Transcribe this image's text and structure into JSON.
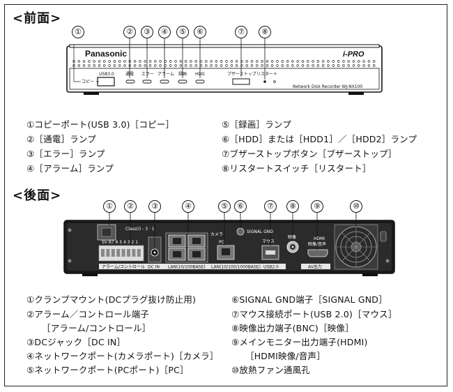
{
  "front": {
    "title": "<前面>",
    "callouts": [
      "①",
      "②",
      "③",
      "④",
      "⑤",
      "⑥",
      "⑦",
      "⑧"
    ],
    "brand": "Panasonic",
    "logo": "i-PRO",
    "model": "Network Disk Recorder  WJ-NX100",
    "panel_labels": {
      "copy": "コピー",
      "usb": "USB3.0",
      "power": "通電",
      "error": "エラー",
      "alarm": "アラーム",
      "rec": "録画",
      "hdd": "HDD",
      "buzzer": "ブザーストップ",
      "restart": "リスタート"
    },
    "captions_left": [
      "①コピーポート(USB 3.0)［コピー］",
      "②［通電］ランプ",
      "③［エラー］ランプ",
      "④［アラーム］ランプ"
    ],
    "captions_right": [
      "⑤［録画］ランプ",
      "⑥［HDD］または［HDD1］／［HDD2］ランプ",
      "⑦ブザーストップボタン［ブザーストップ］",
      "⑧リスタートスイッチ［リスタート］"
    ]
  },
  "rear": {
    "title": "<後面>",
    "callouts": [
      "①",
      "②",
      "③",
      "④",
      "⑤",
      "⑥",
      "⑦",
      "⑧",
      "⑨",
      "⑩"
    ],
    "panel_labels": {
      "alarm_control": "アラーム/コントロール",
      "dc_in": "DC IN",
      "lan_camera": "LAN(10/100BASE)",
      "lan_pc": "LAN(10/100/1000BASE)",
      "camera": "カメラ",
      "signal_gnd": "SIGNAL GND",
      "mouse": "マウス",
      "usb2": "USB2.0",
      "video": "映像",
      "hdmi": "HDMI",
      "hdmi_sub": "映像/音声",
      "av_out": "AV出力",
      "class": "Class(I) - 3 · 1",
      "pins": "SV B7 6 5 4 3 2 1",
      "pc": "PC"
    },
    "captions_left": [
      "①クランプマウント(DCプラグ抜け防止用)",
      "②アラーム／コントロール端子",
      "［アラーム/コントロール］",
      "③DCジャック［DC IN］",
      "④ネットワークポート(カメラポート)［カメラ］",
      "⑤ネットワークポート(PCポート)［PC］"
    ],
    "captions_right": [
      "⑥SIGNAL GND端子［SIGNAL GND］",
      "⑦マウス接続ポート(USB 2.0)［マウス］",
      "⑧映像出力端子(BNC)［映像］",
      "⑨メインモニター出力端子(HDMI)",
      "［HDMI映像/音声］",
      "⑩放熱ファン通風孔"
    ]
  }
}
